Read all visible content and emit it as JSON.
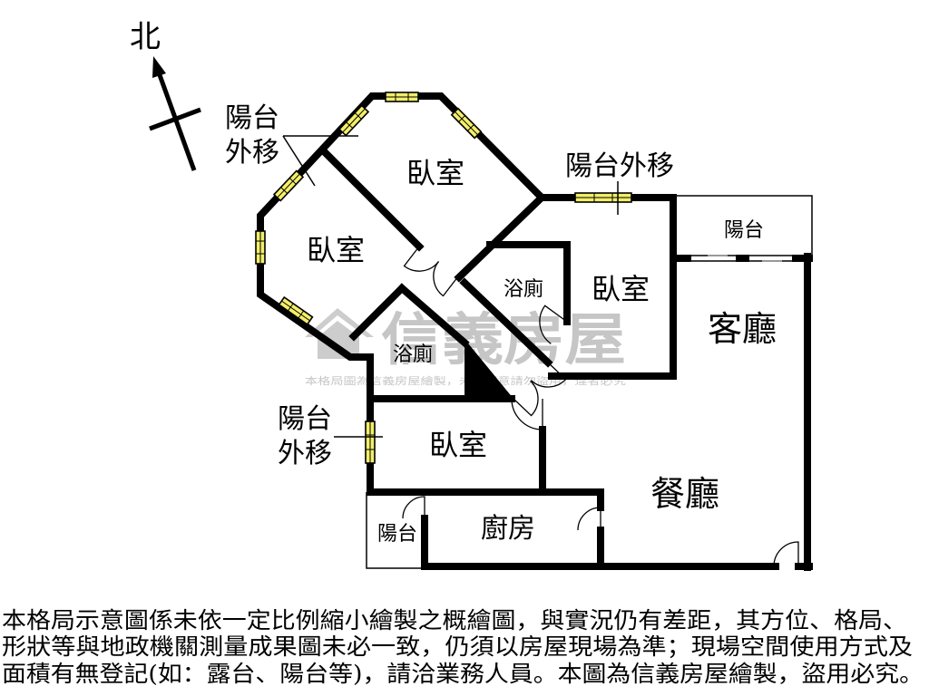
{
  "compass": {
    "north_label": "北"
  },
  "annotations": {
    "top_left": [
      "陽台",
      "外移"
    ],
    "top_right": "陽台外移",
    "left": [
      "陽台",
      "外移"
    ]
  },
  "rooms": {
    "bedroom_top": "臥室",
    "bedroom_left": "臥室",
    "bedroom_right": "臥室",
    "bedroom_bottom": "臥室",
    "bathroom_upper": "浴廁",
    "bathroom_lower": "浴廁",
    "living_room": "客廳",
    "dining_room": "餐廳",
    "kitchen": "廚房",
    "balcony_right": "陽台",
    "balcony_bottom_left": "陽台"
  },
  "watermark": {
    "brand": "信義房屋",
    "notice": "本格局圖為信義房屋繪製，未經同意請勿盜用，違者必究"
  },
  "disclaimer": {
    "lines": [
      "本格局示意圖係未依一定比例縮小繪製之概繪圖，與實況仍有差距，其方位、格局、",
      "形狀等與地政機關測量成果圖未必一致，仍須以房屋現場為準；現場空間使用方式及",
      "面積有無登記(如：露台、陽台等)，請洽業務人員。本圖為信義房屋繪製，盜用必究。"
    ]
  },
  "colors": {
    "wall": "#000000",
    "window": "#f2ee6a",
    "watermark": "#bdbdbd",
    "background": "#ffffff"
  }
}
